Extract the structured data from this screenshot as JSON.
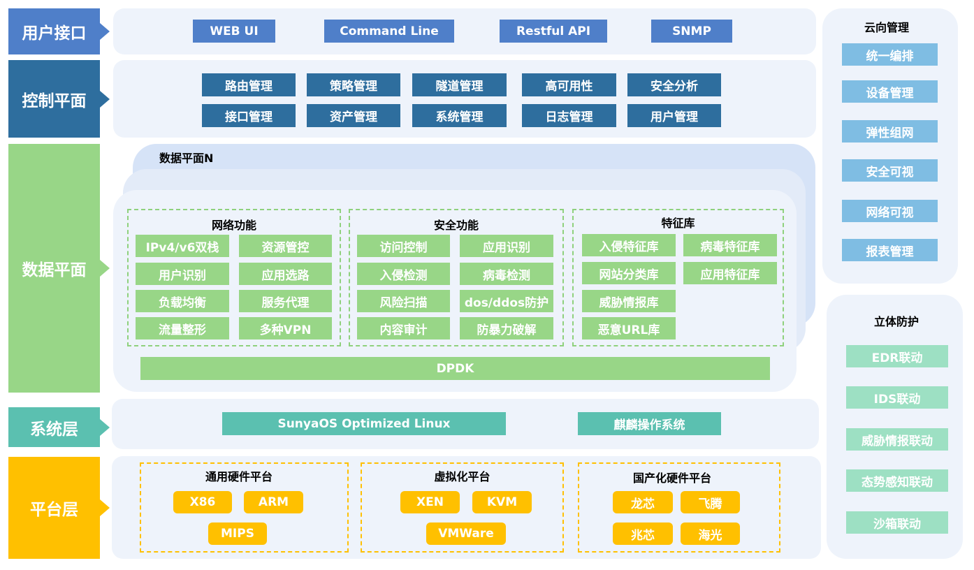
{
  "layers": {
    "user_interface": "用户接口",
    "control_plane": "控制平面",
    "data_plane": "数据平面",
    "system_layer": "系统层",
    "platform_layer": "平台层"
  },
  "user_interface_items": [
    "WEB UI",
    "Command Line",
    "Restful API",
    "SNMP"
  ],
  "control_items_row1": [
    "路由管理",
    "策略管理",
    "隧道管理",
    "高可用性",
    "安全分析"
  ],
  "control_items_row2": [
    "接口管理",
    "资产管理",
    "系统管理",
    "日志管理",
    "用户管理"
  ],
  "data_plane": {
    "stack_title": "数据平面N",
    "network": {
      "title": "网络功能",
      "items": [
        "IPv4/v6双栈",
        "资源管控",
        "用户识别",
        "应用选路",
        "负载均衡",
        "服务代理",
        "流量整形",
        "多种VPN"
      ]
    },
    "security": {
      "title": "安全功能",
      "items": [
        "访问控制",
        "应用识别",
        "入侵检测",
        "病毒检测",
        "风险扫描",
        "dos/ddos防护",
        "内容审计",
        "防暴力破解"
      ]
    },
    "signature": {
      "title": "特征库",
      "items": [
        "入侵特征库",
        "病毒特征库",
        "网站分类库",
        "应用特征库",
        "威胁情报库",
        "恶意URL库"
      ]
    },
    "dpdk": "DPDK"
  },
  "system": [
    "SunyaOS Optimized Linux",
    "麒麟操作系统"
  ],
  "platform": {
    "general": {
      "title": "通用硬件平台",
      "items": [
        "X86",
        "ARM",
        "MIPS"
      ]
    },
    "virtual": {
      "title": "虚拟化平台",
      "items": [
        "XEN",
        "KVM",
        "VMWare"
      ]
    },
    "domestic": {
      "title": "国产化硬件平台",
      "items": [
        "龙芯",
        "飞腾",
        "兆芯",
        "海光"
      ]
    }
  },
  "cloud": {
    "title": "云向管理",
    "items": [
      "统一编排",
      "设备管理",
      "弹性组网",
      "安全可视",
      "网络可视",
      "报表管理"
    ]
  },
  "defense": {
    "title": "立体防护",
    "items": [
      "EDR联动",
      "IDS联动",
      "威胁情报联动",
      "态势感知联动",
      "沙箱联动"
    ]
  },
  "colors": {
    "ui": "#4f7fc9",
    "control": "#2e6e9e",
    "data": "#98d687",
    "system": "#5bc0b0",
    "platform": "#ffc000",
    "cloud": "#7fbde3",
    "defense": "#9de0c3"
  }
}
